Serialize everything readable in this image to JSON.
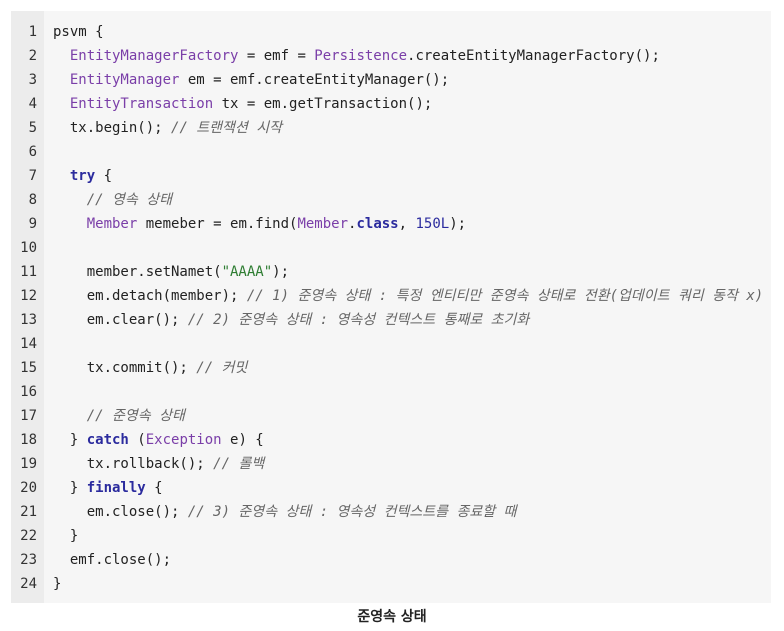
{
  "caption": "준영속 상태",
  "code_lines": [
    [
      {
        "text": "psvm {",
        "cls": ""
      }
    ],
    [
      {
        "text": "  ",
        "cls": ""
      },
      {
        "text": "EntityManagerFactory",
        "cls": "t"
      },
      {
        "text": " = emf = ",
        "cls": ""
      },
      {
        "text": "Persistence",
        "cls": "t"
      },
      {
        "text": ".createEntityManagerFactory();",
        "cls": ""
      }
    ],
    [
      {
        "text": "  ",
        "cls": ""
      },
      {
        "text": "EntityManager",
        "cls": "t"
      },
      {
        "text": " em = emf.createEntityManager();",
        "cls": ""
      }
    ],
    [
      {
        "text": "  ",
        "cls": ""
      },
      {
        "text": "EntityTransaction",
        "cls": "t"
      },
      {
        "text": " tx = em.getTransaction();",
        "cls": ""
      }
    ],
    [
      {
        "text": "  tx.begin(); ",
        "cls": ""
      },
      {
        "text": "// 트랜잭션 시작",
        "cls": "c"
      }
    ],
    [],
    [
      {
        "text": "  ",
        "cls": ""
      },
      {
        "text": "try",
        "cls": "k"
      },
      {
        "text": " {",
        "cls": ""
      }
    ],
    [
      {
        "text": "    ",
        "cls": ""
      },
      {
        "text": "// 영속 상태",
        "cls": "c"
      }
    ],
    [
      {
        "text": "    ",
        "cls": ""
      },
      {
        "text": "Member",
        "cls": "t"
      },
      {
        "text": " memeber = em.find(",
        "cls": ""
      },
      {
        "text": "Member",
        "cls": "t"
      },
      {
        "text": ".",
        "cls": ""
      },
      {
        "text": "class",
        "cls": "k"
      },
      {
        "text": ", ",
        "cls": ""
      },
      {
        "text": "150L",
        "cls": "n"
      },
      {
        "text": ");",
        "cls": ""
      }
    ],
    [],
    [
      {
        "text": "    member.setNamet(",
        "cls": ""
      },
      {
        "text": "\"AAAA\"",
        "cls": "s"
      },
      {
        "text": ");",
        "cls": ""
      }
    ],
    [
      {
        "text": "    em.detach(member); ",
        "cls": ""
      },
      {
        "text": "// 1) 준영속 상태 : 특정 엔티티만 준영속 상태로 전환(업데이트 쿼리 동작 x)",
        "cls": "c"
      }
    ],
    [
      {
        "text": "    em.clear(); ",
        "cls": ""
      },
      {
        "text": "// 2) 준영속 상태 : 영속성 컨텍스트 통째로 초기화",
        "cls": "c"
      }
    ],
    [],
    [
      {
        "text": "    tx.commit(); ",
        "cls": ""
      },
      {
        "text": "// 커밋",
        "cls": "c"
      }
    ],
    [],
    [
      {
        "text": "    ",
        "cls": ""
      },
      {
        "text": "// 준영속 상태",
        "cls": "c"
      }
    ],
    [
      {
        "text": "  } ",
        "cls": ""
      },
      {
        "text": "catch",
        "cls": "k"
      },
      {
        "text": " (",
        "cls": ""
      },
      {
        "text": "Exception",
        "cls": "t"
      },
      {
        "text": " e) {",
        "cls": ""
      }
    ],
    [
      {
        "text": "    tx.rollback(); ",
        "cls": ""
      },
      {
        "text": "// 롤백",
        "cls": "c"
      }
    ],
    [
      {
        "text": "  } ",
        "cls": ""
      },
      {
        "text": "finally",
        "cls": "k"
      },
      {
        "text": " {",
        "cls": ""
      }
    ],
    [
      {
        "text": "    em.close(); ",
        "cls": ""
      },
      {
        "text": "// 3) 준영속 상태 : 영속성 컨텍스트를 종료할 때",
        "cls": "c"
      }
    ],
    [
      {
        "text": "  }",
        "cls": ""
      }
    ],
    [
      {
        "text": "  emf.close();",
        "cls": ""
      }
    ],
    [
      {
        "text": "}",
        "cls": ""
      }
    ]
  ]
}
